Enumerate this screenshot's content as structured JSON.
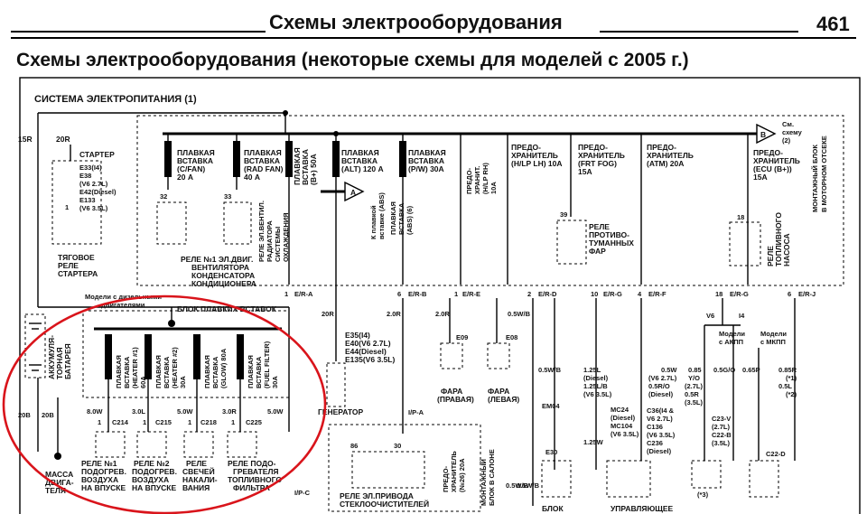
{
  "header": {
    "title": "Схемы электрооборудования",
    "page_number": "461"
  },
  "section_title": "Схемы электрооборудования (некоторые схемы для моделей с 2005 г.)",
  "diagram": {
    "title": "СИСТЕМА ЭЛЕКТРОПИТАНИЯ (1)",
    "wire_15r": "15R",
    "wire_20r_top": "20R",
    "starter": [
      "СТАРТЕР",
      "E33(I4)",
      "E38",
      "(V6 2.7L)",
      "E42(Diesel)",
      "E133",
      "(V6 3.5L)"
    ],
    "starter_relay": [
      "ТЯГОВОЕ",
      "РЕЛЕ",
      "СТАРТЕРА"
    ],
    "fuse_cfan": [
      "ПЛАВКАЯ",
      "ВСТАВКА",
      "(C/FAN)",
      "20 А"
    ],
    "fuse_radfan": [
      "ПЛАВКАЯ",
      "ВСТАВКА",
      "(RAD FAN)",
      "40 А"
    ],
    "fuse_batt": [
      "ПЛАВКАЯ",
      "ВСТАВКА",
      "(B+) 50А"
    ],
    "fuse_alt": [
      "ПЛАВКАЯ",
      "ВСТАВКА",
      "(ALT) 120 А"
    ],
    "fuse_pw": [
      "ПЛАВКАЯ",
      "ВСТАВКА",
      "(P/W) 30А"
    ],
    "fuse_abs": [
      "ПЛАВКАЯ",
      "ВСТАВКА",
      "(ABS) (6)"
    ],
    "to_abs": [
      "К плавкой",
      "вставке (ABS)"
    ],
    "fuse_hlp_rh": [
      "ПРЕДО-",
      "ХРАНИТ.",
      "(H/LP RH)",
      "10A"
    ],
    "fuse_hlp_lh": [
      "ПРЕДО-",
      "ХРАНИТЕЛЬ",
      "(H/LP LH) 10A"
    ],
    "fuse_frt_fog": [
      "ПРЕДО-",
      "ХРАНИТЕЛЬ",
      "(FRT FOG)",
      "15A"
    ],
    "fuse_atm": [
      "ПРЕДО-",
      "ХРАНИТЕЛЬ",
      "(ATM) 20A"
    ],
    "fuse_ecu": [
      "ПРЕДО-",
      "ХРАНИТЕЛЬ",
      "(ECU (B+))",
      "15A"
    ],
    "see_scheme": [
      "См.",
      "схему",
      "(2)"
    ],
    "engine_block": [
      "МОНТАЖНЫЙ БЛОК",
      "В МОТОРНОМ ОТСЕКЕ"
    ],
    "relay1": [
      "РЕЛЕ №1 ЭЛ.ДВИГ.",
      "ВЕНТИЛЯТОРА",
      "КОНДЕНСАТОРА",
      "КОНДИЦИОНЕРА"
    ],
    "relay_rad": [
      "РЕЛЕ ЭЛ.ВЕНТИЛ.",
      "РАДИАТОРА",
      "СИСТЕМЫ",
      "ОХЛАЖДЕНИЯ"
    ],
    "relay_fog": [
      "РЕЛЕ",
      "ПРОТИВО-",
      "ТУМАННЫХ",
      "ФАР"
    ],
    "relay_fuel": [
      "РЕЛЕ",
      "ТОПЛИВНОГО",
      "НАСОСА"
    ],
    "relay_numbers": {
      "r32": "32",
      "r33": "33",
      "r39": "39",
      "r18": "18"
    },
    "battery": [
      "АККУМУЛЯ-",
      "ТОРНАЯ",
      "БАТАРЕЯ"
    ],
    "diesel_models": [
      "Модели с дизельными",
      "двигателями"
    ],
    "fuse_block": "БЛОК ПЛАВКИХ ВСТАВОК",
    "glow_fuses": [
      [
        "ПЛАВКАЯ",
        "ВСТАВКА",
        "(HEATER #1)",
        "60А"
      ],
      [
        "ПЛАВКАЯ",
        "ВСТАВКА",
        "(HEATER #2)",
        "30А"
      ],
      [
        "ПЛАВКАЯ",
        "ВСТАВКА",
        "(GLOW) 80А"
      ],
      [
        "ПЛАВКАЯ",
        "ВСТАВКА",
        "(FUEL FILTER)",
        "30А"
      ]
    ],
    "glow_wires": [
      "8.0W",
      "3.0L",
      "5.0W",
      "3.0R",
      "5.0W"
    ],
    "glow_connectors": [
      "C214",
      "C215",
      "C218",
      "C225"
    ],
    "glow_pins": [
      "1",
      "1",
      "1",
      "1"
    ],
    "glow_loads": [
      [
        "РЕЛЕ №1",
        "ПОДОГРЕВ.",
        "ВОЗДУХА",
        "НА ВПУСКЕ"
      ],
      [
        "РЕЛЕ №2",
        "ПОДОГРЕВ.",
        "ВОЗДУХА",
        "НА ВПУСКЕ"
      ],
      [
        "РЕЛЕ",
        "СВЕЧЕЙ",
        "НАКАЛИ-",
        "ВАНИЯ"
      ],
      [
        "РЕЛЕ ПОДО-",
        "ГРЕВАТЕЛЯ",
        "ТОПЛИВНОГО",
        "ФИЛЬТРА"
      ]
    ],
    "ground": [
      "МАССА",
      "ДВИГА-",
      "ТЕЛЯ"
    ],
    "wire_20b_a": "20B",
    "wire_20b_b": "20B",
    "gen_connectors": [
      "E35(I4)",
      "E40(V6 2.7L)",
      "E44(Diesel)",
      "E135(V6 3.5L)"
    ],
    "generator": "ГЕНЕРАТОР",
    "wire_20r_gen": "20R",
    "conn_era": "E/R-A",
    "conn_erb": "E/R-B",
    "conn_ere": "E/R-E",
    "conn_erd": "E/R-D",
    "conn_erg": "E/R-G",
    "conn_erf": "E/R-F",
    "conn_erg2": "E/R-G",
    "conn_erj": "E/R-J",
    "pin_labels": [
      "1",
      "6",
      "1",
      "2",
      "10",
      "4",
      "18",
      "6"
    ],
    "wire_2or_a": "2.0R",
    "wire_2or_b": "2.0R",
    "wire_05wb": "0.5W/B",
    "e09": "E09",
    "e08": "E08",
    "headlamp_r": [
      "ФАРА",
      "(ПРАВАЯ)"
    ],
    "headlamp_l": [
      "ФАРА",
      "(ЛЕВАЯ)"
    ],
    "ip_a": "I/P-A",
    "ip_c": "I/P-C",
    "em04": "EM04",
    "wire_05wb_2": "0.5W/B",
    "wire_05wb_3": "0.5W/B",
    "e30": "E30",
    "wire_125l": [
      "1.25L",
      "(Diesel)",
      "1.25L/B",
      "(V6 3.5L)"
    ],
    "mc24": [
      "MC24",
      "(Diesel)",
      "MC104",
      "(V6 3.5L)"
    ],
    "wire_125w": "1.25W",
    "wire_05w": [
      "0.5W",
      "(V6 2.7L)",
      "0.5R/O",
      "(Diesel)"
    ],
    "c136": [
      "C36(I4 &",
      "V6 2.7L)",
      "C136",
      "(V6 3.5L)",
      "C236",
      "(Diesel)"
    ],
    "v6": "V6",
    "i4": "I4",
    "models_at": [
      "Модели",
      "с АКПП"
    ],
    "models_mt": [
      "Модели",
      "с МКПП"
    ],
    "wire_085y": [
      "0.85",
      "Y/O",
      "(2.7L)",
      "0.5R",
      "(3.5L)"
    ],
    "wire_05go": "0.5G/O",
    "wire_065p": "0.65P",
    "wire_085r": [
      "0.85R",
      "(*1)",
      "0.5L",
      "(*2)"
    ],
    "c23v": [
      "C23-V",
      "(2.7L)",
      "C22-B",
      "(3.5L)"
    ],
    "c22d": "C22-D",
    "note3": "(*3)",
    "relay_86": "86",
    "relay_30": "30",
    "fuse_26": [
      "ПРЕДО-",
      "ХРАНИТЕЛЬ",
      "(№26) 20А"
    ],
    "cabin_block": [
      "МОНТАЖНЫЙ",
      "БЛОК В САЛОНЕ"
    ],
    "wiper_relay": [
      "РЕЛЕ ЭЛ.ПРИВОДА",
      "СТЕКЛООЧИСТИТЕЛЕЙ"
    ],
    "wire_05wb_4": "0.5W/B",
    "block_label": "БЛОК",
    "control_label": "УПРАВЛЯЮЩЕЕ",
    "label_A": "A",
    "label_B": "B"
  }
}
